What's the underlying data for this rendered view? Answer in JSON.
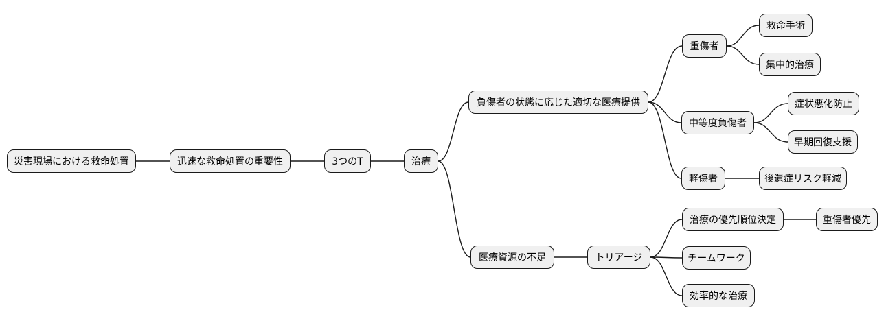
{
  "theme": {
    "background": "#ffffff",
    "node_fill": "#f0f0f0",
    "node_border": "#1a1a1a",
    "line_color": "#1a1a1a",
    "text_color": "#000000"
  },
  "mindmap": {
    "type": "tree-diagram",
    "nodes": {
      "root": {
        "label": "災害現場における救命処置"
      },
      "importance": {
        "label": "迅速な救命処置の重要性"
      },
      "three_t": {
        "label": "3つのT"
      },
      "treatment": {
        "label": "治療"
      },
      "appropriate_care": {
        "label": "負傷者の状態に応じた適切な医療提供"
      },
      "severe": {
        "label": "重傷者"
      },
      "lifesaving_surgery": {
        "label": "救命手術"
      },
      "intensive_care": {
        "label": "集中的治療"
      },
      "moderate": {
        "label": "中等度負傷者"
      },
      "prevent_worsening": {
        "label": "症状悪化防止"
      },
      "early_recovery": {
        "label": "早期回復支援"
      },
      "minor": {
        "label": "軽傷者"
      },
      "reduce_aftereffects": {
        "label": "後遺症リスク軽減"
      },
      "resource_shortage": {
        "label": "医療資源の不足"
      },
      "triage": {
        "label": "トリアージ"
      },
      "priority_decision": {
        "label": "治療の優先順位決定"
      },
      "severe_first": {
        "label": "重傷者優先"
      },
      "teamwork": {
        "label": "チームワーク"
      },
      "efficient_treatment": {
        "label": "効率的な治療"
      }
    },
    "edges": [
      {
        "from": "root",
        "to": "importance"
      },
      {
        "from": "importance",
        "to": "three_t"
      },
      {
        "from": "three_t",
        "to": "treatment"
      },
      {
        "from": "treatment",
        "to": "appropriate_care"
      },
      {
        "from": "treatment",
        "to": "resource_shortage"
      },
      {
        "from": "appropriate_care",
        "to": "severe"
      },
      {
        "from": "appropriate_care",
        "to": "moderate"
      },
      {
        "from": "appropriate_care",
        "to": "minor"
      },
      {
        "from": "severe",
        "to": "lifesaving_surgery"
      },
      {
        "from": "severe",
        "to": "intensive_care"
      },
      {
        "from": "moderate",
        "to": "prevent_worsening"
      },
      {
        "from": "moderate",
        "to": "early_recovery"
      },
      {
        "from": "minor",
        "to": "reduce_aftereffects"
      },
      {
        "from": "resource_shortage",
        "to": "triage"
      },
      {
        "from": "triage",
        "to": "priority_decision"
      },
      {
        "from": "triage",
        "to": "teamwork"
      },
      {
        "from": "triage",
        "to": "efficient_treatment"
      },
      {
        "from": "priority_decision",
        "to": "severe_first"
      }
    ]
  }
}
